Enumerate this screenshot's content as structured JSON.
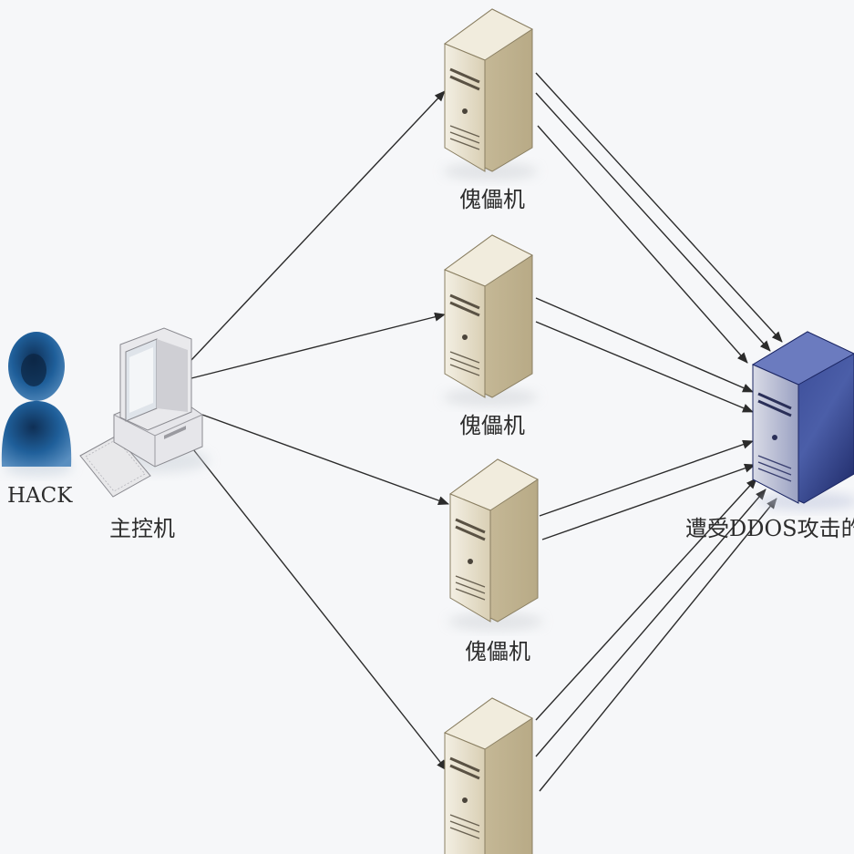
{
  "nodes": {
    "hacker": {
      "label": "HACK",
      "icon": "hacker-person-icon"
    },
    "master": {
      "label": "主控机",
      "icon": "desktop-computer-icon"
    },
    "zombies": [
      {
        "label": "傀儡机",
        "icon": "server-icon"
      },
      {
        "label": "傀儡机",
        "icon": "server-icon"
      },
      {
        "label": "傀儡机",
        "icon": "server-icon"
      },
      {
        "label": "",
        "icon": "server-icon"
      }
    ],
    "victim": {
      "label": "遭受DDOS攻击的服",
      "icon": "server-icon"
    }
  },
  "edges": {
    "master_to_zombies": [
      {
        "from": "master",
        "to": "zombie-1",
        "count": 1
      },
      {
        "from": "master",
        "to": "zombie-2",
        "count": 1
      },
      {
        "from": "master",
        "to": "zombie-3",
        "count": 1
      },
      {
        "from": "master",
        "to": "zombie-4",
        "count": 1
      }
    ],
    "zombies_to_victim": [
      {
        "from": "zombie-1",
        "to": "victim",
        "count": 3
      },
      {
        "from": "zombie-2",
        "to": "victim",
        "count": 2
      },
      {
        "from": "zombie-3",
        "to": "victim",
        "count": 2
      },
      {
        "from": "zombie-4",
        "to": "victim",
        "count": 3
      }
    ]
  },
  "colors": {
    "background": "#f6f7f9",
    "line": "#2b2b2b",
    "server_body": "#e4dcc6",
    "victim_body": "#3c4f9a",
    "hacker": "#1f5f9a"
  }
}
